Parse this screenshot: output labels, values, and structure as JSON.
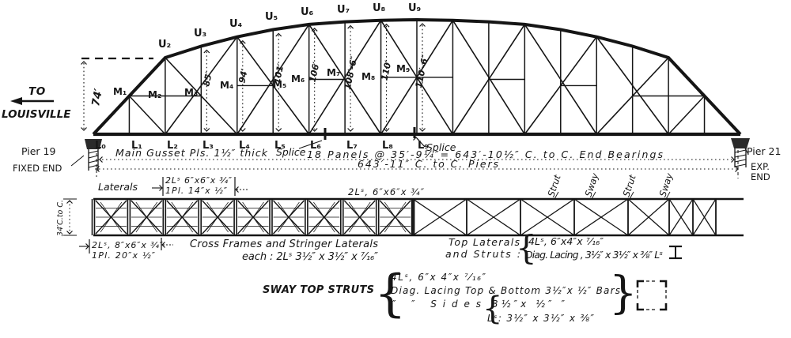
{
  "truss": {
    "direction": {
      "line1": "TO",
      "line2": "LOUISVILLE"
    },
    "pier_left": {
      "name": "Pier 19",
      "support": "FIXED END"
    },
    "pier_right": {
      "name": "Pier 21",
      "support_line1": "EXP.",
      "support_line2": "END"
    },
    "upper_labels": [
      "U₂",
      "U₃",
      "U₄",
      "U₅",
      "U₆",
      "U₇",
      "U₈",
      "U₉"
    ],
    "mid_labels": [
      "M₁",
      "M₂",
      "M₃",
      "M₄",
      "M₅",
      "M₆",
      "M₇",
      "M₈",
      "M₉"
    ],
    "lower_labels": [
      "L₀",
      "L₁",
      "L₂",
      "L₃",
      "L₄",
      "L₅",
      "L₆",
      "L₇",
      "L₈",
      "L₉"
    ],
    "end_height_dim": "74′",
    "height_dims": [
      "85′",
      "94′",
      "101′",
      "106′",
      "108′-6″",
      "110′",
      "110′-6″"
    ],
    "gusset_note": "Main Gusset Pls. 1½″ thick",
    "splice_label_1": "Splice",
    "splice_label_2": "Splice",
    "panels_note": "18 Panels @ 35′-9¼″= 643′-10½″ C. to C. End Bearings",
    "piers_note": "643′-11″ C. to C. Piers"
  },
  "plan": {
    "width_dim": "34′C.to C.",
    "laterals_label": "Laterals",
    "laterals_spec_line1": "2Lˢ 6″x6″x ¾″",
    "laterals_spec_line2": "1Pl. 14″x ½″",
    "laterals_spec_right": "2Lˢ, 6″x6″x ¾″",
    "stringer_spec_line1": "2Lˢ, 8″x6″x ¾″",
    "stringer_spec_line2": "1Pl. 20″x ½″",
    "cross_frames_line1": "Cross Frames and Stringer Laterals",
    "cross_frames_line2": "each : 2Lˢ 3½″ x 3½″ x ⁷⁄₁₆″",
    "top_laterals_line1": "Top Laterals",
    "top_laterals_line2": "and Struts :",
    "top_laterals_brace": "{",
    "top_laterals_spec_line1": "4Lˢ, 6″x4″x ⁷⁄₁₆″",
    "top_laterals_spec_line2": "Diag. Lacing , 3½″ x 3½″ x ⅜″ Lˢ",
    "strut_sway_labels": [
      "Strut",
      "Sway",
      "Strut",
      "Sway"
    ]
  },
  "sway_note": {
    "title": "SWAY TOP STRUTS",
    "brace_open": "{",
    "spec_line1": "4Lˢ, 6″x 4″x ⁷⁄₁₆″",
    "spec_line2": "Diag. Lacing Top & Bottom 3½″x ½″ Bars",
    "spec_line3_left": "″        ″       Sides",
    "inner_brace": "{",
    "spec_line3_right": "3½″x ½″   ″",
    "spec_line4": "Lˢ: 3½″ x 3½″ x ⅜″",
    "brace_close": "}"
  },
  "colors": {
    "ink": "#151515",
    "paper": "#ffffff"
  }
}
